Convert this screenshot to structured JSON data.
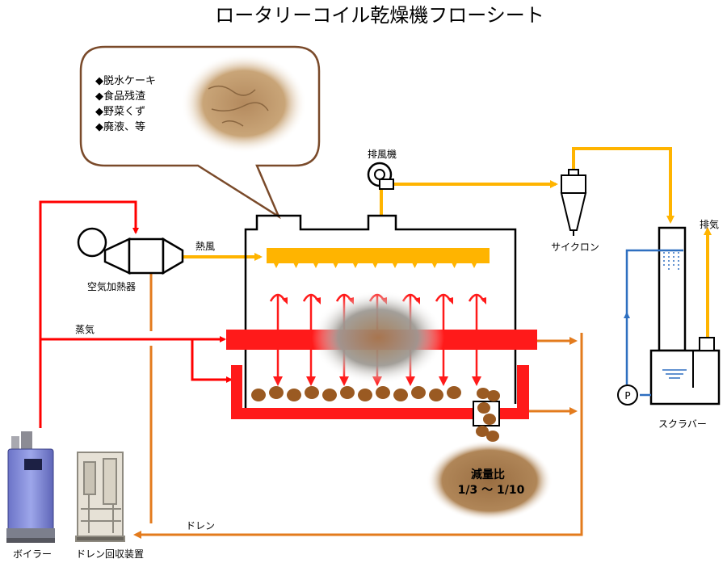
{
  "title": "ロータリーコイル乾燥機フローシート",
  "feed_items": [
    "◆脱水ケーキ",
    "◆食品残渣",
    "◆野菜くず",
    "◆廃液、等"
  ],
  "labels": {
    "exhaust_fan": "排風機",
    "cyclone": "サイクロン",
    "exhaust": "排気",
    "hot_air": "熱風",
    "air_heater": "空気加熱器",
    "steam": "蒸気",
    "drain": "ドレン",
    "scrubber": "スクラバー",
    "pump": "P",
    "boiler": "ボイラー",
    "drain_recovery": "ドレン回収装置",
    "reduction_label": "減量比",
    "reduction_value": "1/3 ～ 1/10"
  },
  "colors": {
    "steam_line": "#ff0000",
    "hot_air_line": "#ffb400",
    "drain_line": "#e37b1d",
    "water_line": "#2e6fc0",
    "pellet": "#9a5a22",
    "heating_coil": "#ff1a1a"
  }
}
